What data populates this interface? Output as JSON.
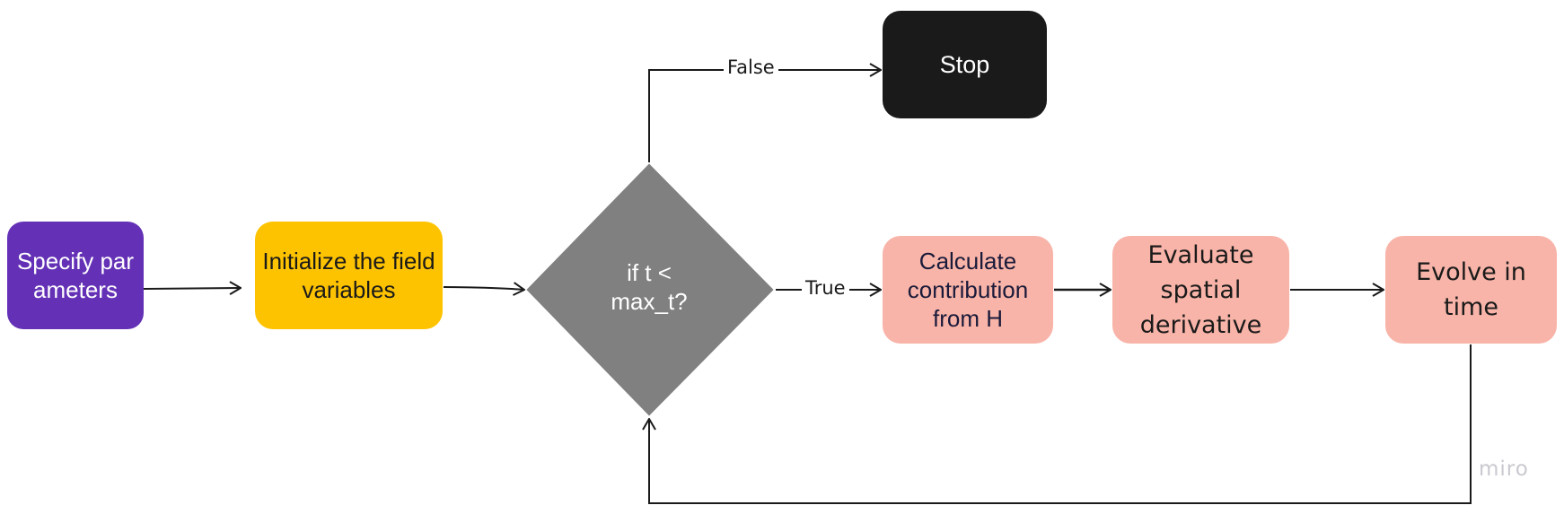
{
  "nodes": {
    "specify": "Specify parameters",
    "init": "Initialize the field variables",
    "decision_line1": "if t <",
    "decision_line2": "max_t?",
    "stop": "Stop",
    "calc": "Calculate contribution from H",
    "eval": "Evaluate spatial derivative",
    "evolve": "Evolve in time"
  },
  "edges": {
    "false_label": "False",
    "true_label": "True"
  },
  "watermark": "miro",
  "colors": {
    "specify": "#6431b6",
    "init": "#fec300",
    "decision": "#808080",
    "stop": "#1a1a1a",
    "step": "#f8b4a8",
    "line": "#1a1a1a"
  }
}
